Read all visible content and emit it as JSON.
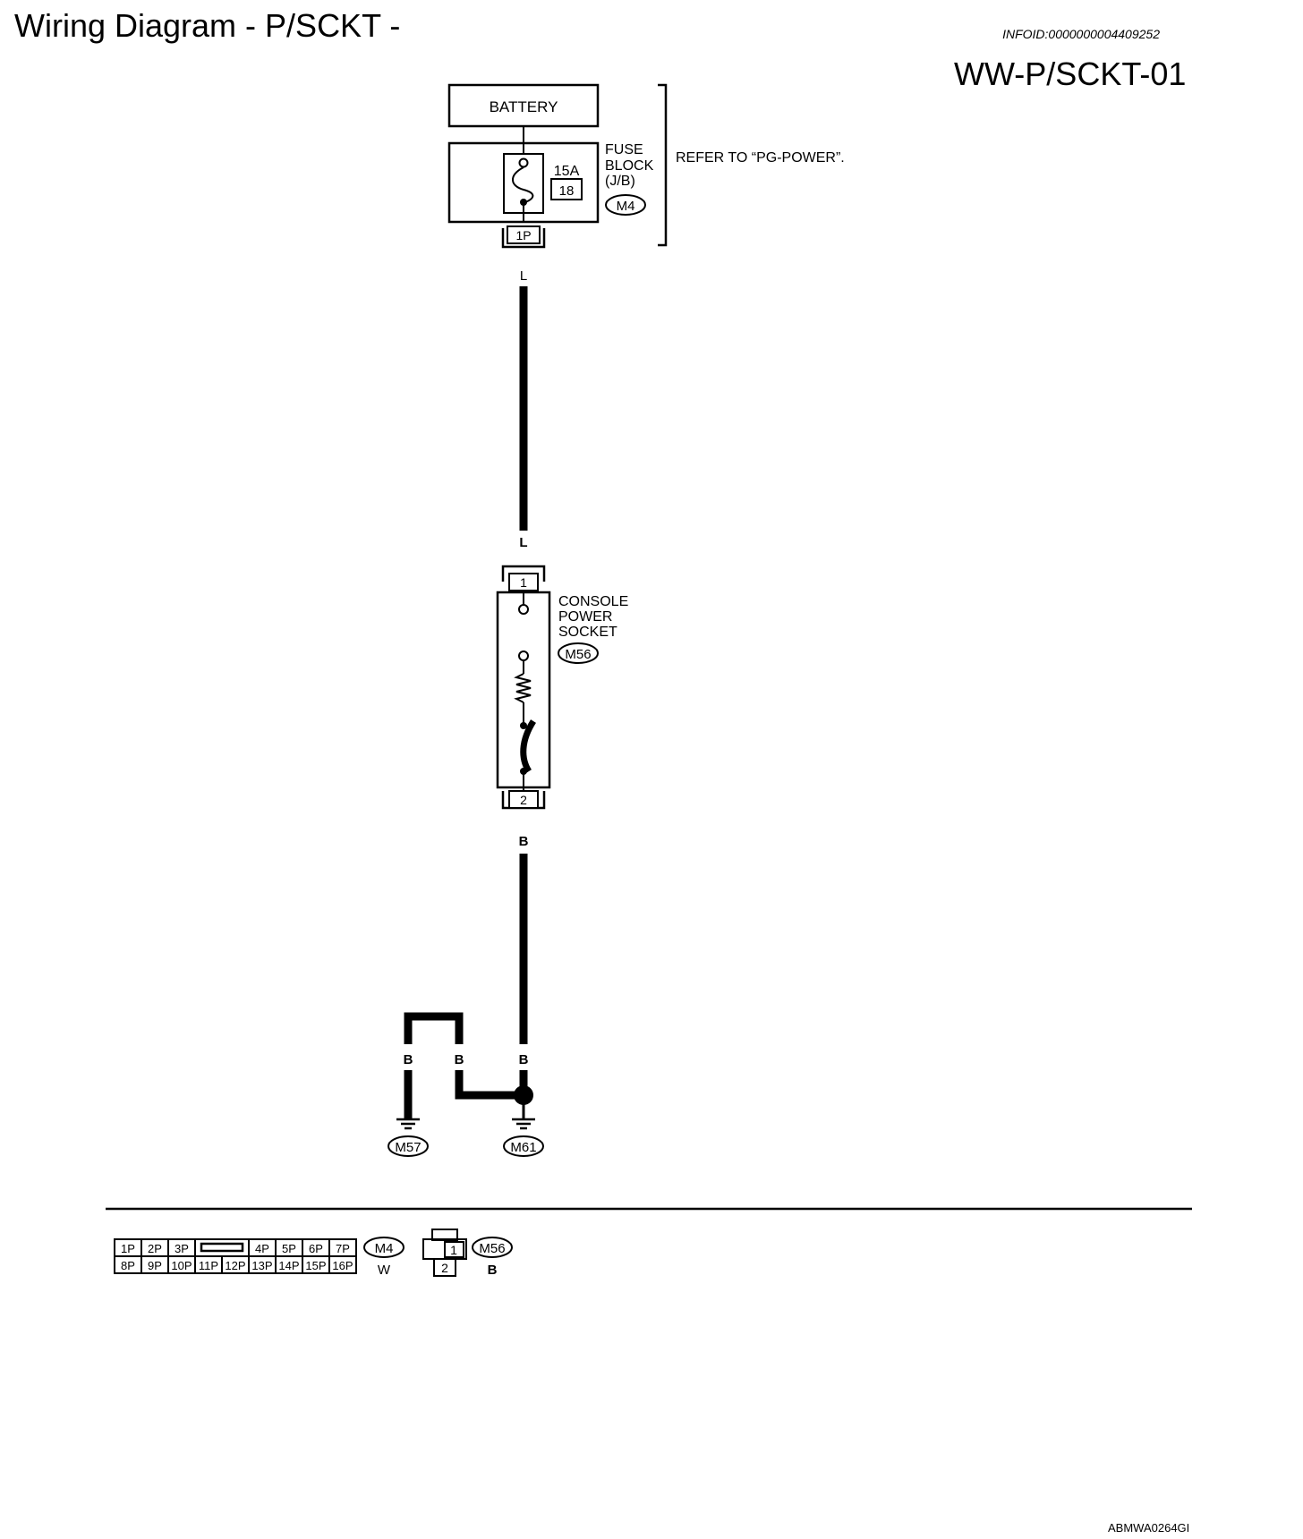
{
  "header": {
    "title": "Wiring Diagram - P/SCKT -",
    "info_id": "INFOID:0000000004409252",
    "diagram_id": "WW-P/SCKT-01"
  },
  "battery": {
    "label": "BATTERY"
  },
  "fuse_block": {
    "rating": "15A",
    "fuse_number": "18",
    "label_line1": "FUSE",
    "label_line2": "BLOCK",
    "label_line3": "(J/B)",
    "connector": "M4",
    "terminal": "1P",
    "refer_text": "REFER TO “PG-POWER”."
  },
  "wires": {
    "fuse_out_color": "L",
    "socket_in_color": "L",
    "socket_out_color": "B",
    "ground_left_color": "B",
    "ground_mid_color": "B",
    "ground_right_color": "B"
  },
  "console_socket": {
    "label_line1": "CONSOLE",
    "label_line2": "POWER",
    "label_line3": "SOCKET",
    "connector": "M56",
    "terminal_in": "1",
    "terminal_out": "2"
  },
  "grounds": {
    "left": "M57",
    "right": "M61"
  },
  "connector_legend": {
    "m4": {
      "top_row": [
        "1P",
        "2P",
        "3P",
        "4P",
        "5P",
        "6P",
        "7P"
      ],
      "bottom_row": [
        "8P",
        "9P",
        "10P",
        "11P",
        "12P",
        "13P",
        "14P",
        "15P",
        "16P"
      ],
      "name": "M4",
      "color": "W"
    },
    "m56": {
      "pins": [
        "1",
        "2"
      ],
      "name": "M56",
      "color": "B"
    }
  },
  "footer": {
    "code": "ABMWA0264GI"
  }
}
